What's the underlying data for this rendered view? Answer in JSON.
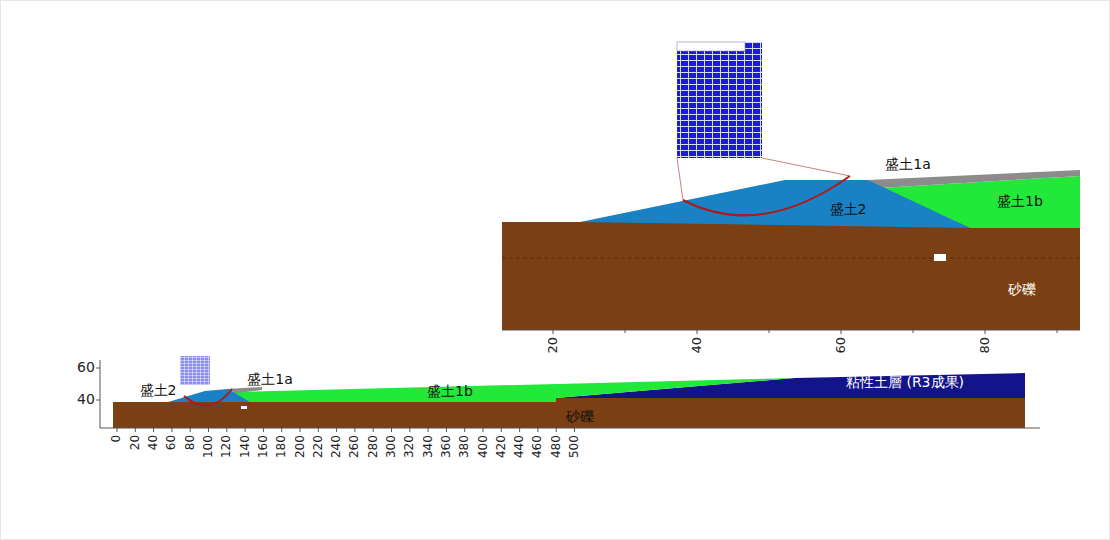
{
  "diagram": {
    "labels": [
      "盛土1a",
      "盛土2",
      "盛土1b",
      "砂礫",
      "20",
      "40",
      "60",
      "80",
      "60",
      "40",
      "盛土2",
      "盛土1a",
      "盛土1b",
      "粘性土層 (R3成果)",
      "砂礫",
      "0",
      "20",
      "40",
      "60",
      "80",
      "100",
      "120",
      "140",
      "160",
      "180",
      "200",
      "220",
      "240",
      "260",
      "280",
      "300",
      "320",
      "340",
      "360",
      "380",
      "400",
      "420",
      "440",
      "460",
      "480",
      "500"
    ]
  }
}
